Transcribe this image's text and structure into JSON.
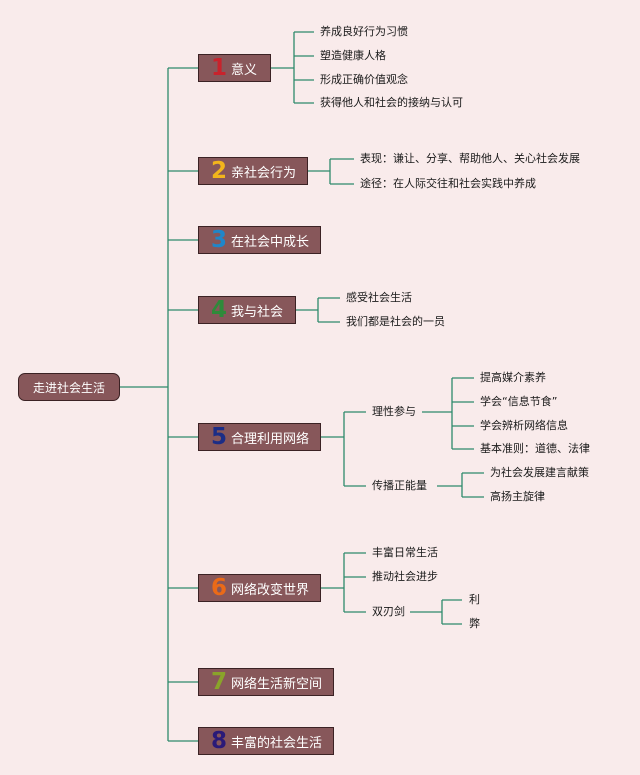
{
  "root": {
    "label": "走进社会生活"
  },
  "branches": [
    {
      "num": "1",
      "num_color": "#c8232c",
      "label": "意义",
      "children": [
        "养成良好行为习惯",
        "塑造健康人格",
        "形成正确价值观念",
        "获得他人和社会的接纳与认可"
      ]
    },
    {
      "num": "2",
      "num_color": "#f2b51c",
      "label": "亲社会行为",
      "children": [
        "表现：谦让、分享、帮助他人、关心社会发展",
        "途径：在人际交往和社会实践中养成"
      ]
    },
    {
      "num": "3",
      "num_color": "#1f86c9",
      "label": "在社会中成长",
      "children": []
    },
    {
      "num": "4",
      "num_color": "#2e8b3a",
      "label": "我与社会",
      "children": [
        "感受社会生活",
        "我们都是社会的一员"
      ]
    },
    {
      "num": "5",
      "num_color": "#1c2d86",
      "label": "合理利用网络",
      "children": [
        {
          "label": "理性参与",
          "children": [
            "提高媒介素养",
            "学会“信息节食”",
            "学会辨析网络信息",
            "基本准则：道德、法律"
          ]
        },
        {
          "label": "传播正能量",
          "children": [
            "为社会发展建言献策",
            "高扬主旋律"
          ]
        }
      ]
    },
    {
      "num": "6",
      "num_color": "#ea6a18",
      "label": "网络改变世界",
      "children": [
        "丰富日常生活",
        "推动社会进步",
        {
          "label": "双刃剑",
          "children": [
            "利",
            "弊"
          ]
        }
      ]
    },
    {
      "num": "7",
      "num_color": "#8aa32a",
      "label": "网络生活新空间",
      "children": []
    },
    {
      "num": "8",
      "num_color": "#2a1a78",
      "label": "丰富的社会生活",
      "children": []
    }
  ]
}
